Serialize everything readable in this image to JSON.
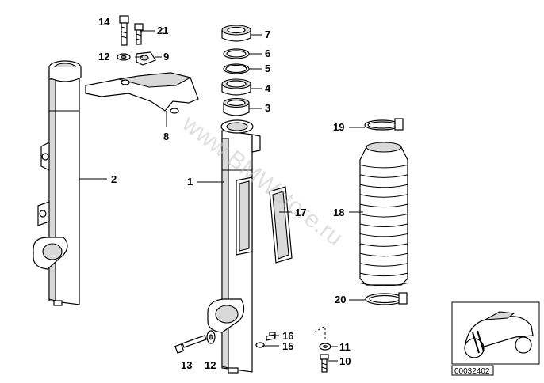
{
  "watermark": "www.BMWstore.ru",
  "thumbnail_code": "00032402",
  "labels": {
    "p1": "1",
    "p2": "2",
    "p3": "3",
    "p4": "4",
    "p5": "5",
    "p6": "6",
    "p7": "7",
    "p8": "8",
    "p9": "9",
    "p10": "10",
    "p11": "11",
    "p12a": "12",
    "p12b": "12",
    "p13": "13",
    "p14": "14",
    "p15": "15",
    "p16": "16",
    "p17": "17",
    "p18": "18",
    "p19": "19",
    "p20": "20",
    "p21": "21"
  }
}
